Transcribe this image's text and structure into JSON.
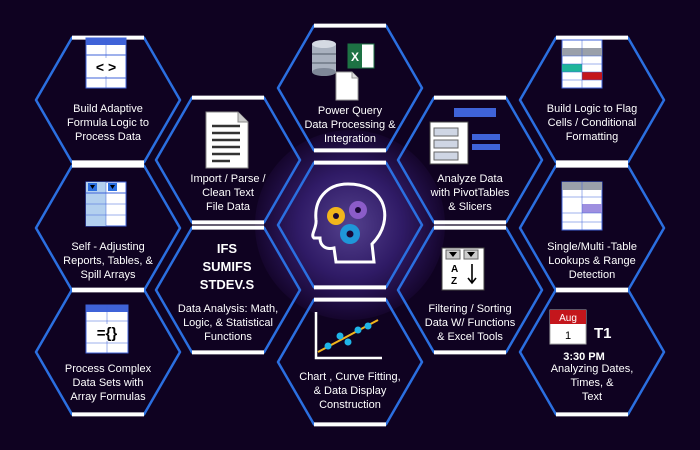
{
  "colors": {
    "background": "#0f0221",
    "hex_edge_blue": "#2b6fe0",
    "hex_edge_white": "#ffffff",
    "center_glow": "#6a4fc7",
    "grid_line": "#3f63d8",
    "teal_cell": "#1fb59a",
    "red_cell": "#c4161c",
    "excel_green": "#1d7244"
  },
  "tiles": [
    {
      "id": "adaptive-formula",
      "icon": "formula-brackets-icon",
      "lines": [
        "Build Adaptive",
        "Formula Logic to",
        "Process  Data"
      ]
    },
    {
      "id": "power-query",
      "icon": "database-excel-file-icon",
      "lines": [
        "Power Query",
        "Data Processing &",
        "Integration"
      ]
    },
    {
      "id": "conditional-formatting",
      "icon": "flag-cells-grid-icon",
      "lines": [
        "Build Logic to Flag",
        "Cells / Conditional",
        "Formatting"
      ]
    },
    {
      "id": "import-text",
      "icon": "text-document-icon",
      "lines": [
        "Import / Parse /",
        "Clean Text",
        "File Data"
      ]
    },
    {
      "id": "pivot-tables",
      "icon": "pivot-slicer-icon",
      "lines": [
        "Analyze Data",
        "with PivotTables",
        "& Slicers"
      ]
    },
    {
      "id": "self-adjusting",
      "icon": "filter-table-icon",
      "lines": [
        "Self - Adjusting",
        "Reports, Tables, &",
        "Spill Arrays"
      ]
    },
    {
      "id": "lookups",
      "icon": "lookup-table-icon",
      "lines": [
        "Single/Multi -Table",
        "Lookups & Range",
        "Detection"
      ]
    },
    {
      "id": "data-analysis",
      "icon": "functions-text-icon",
      "lines": [
        "Data Analysis: Math,",
        "Logic, & Statistical",
        "Functions"
      ]
    },
    {
      "id": "filtering-sorting",
      "icon": "sort-az-icon",
      "lines": [
        "Filtering / Sorting",
        "Data W/ Functions",
        "& Excel Tools"
      ]
    },
    {
      "id": "array-formulas",
      "icon": "array-braces-icon",
      "lines": [
        "Process  Complex",
        "Data Sets with",
        "Array Formulas"
      ]
    },
    {
      "id": "chart-curve",
      "icon": "scatter-chart-icon",
      "lines": [
        "Chart , Curve Fitting,",
        "& Data Display",
        "Construction"
      ]
    },
    {
      "id": "dates-times",
      "icon": "calendar-clock-icon",
      "lines": [
        "Analyzing Dates,",
        "Times, &",
        "Text"
      ]
    }
  ],
  "functions": [
    "IFS",
    "SUMIFS",
    "STDEV.S"
  ],
  "calendar": {
    "month": "Aug",
    "day": "1",
    "time": "3:30 PM",
    "badge": "T1"
  },
  "formula_symbol": "< >",
  "array_symbol": "={}",
  "center_icon": "head-gears-icon"
}
